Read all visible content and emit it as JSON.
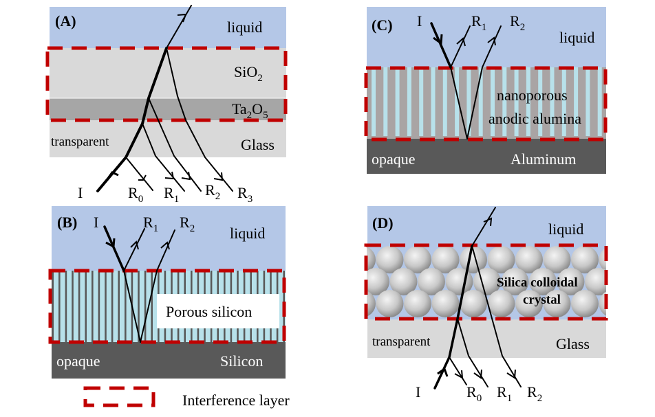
{
  "colors": {
    "liquid": "#b4c7e7",
    "glass": "#d9d9d9",
    "ta2o5": "#a6a6a6",
    "opaque": "#595959",
    "pore": "#b8e1ea",
    "alumina": "#a9a4a4",
    "interference": "#c00000"
  },
  "panels": {
    "A": {
      "tag": "(A)",
      "liquid": "liquid",
      "sio2": "SiO",
      "sio2_sub": "2",
      "ta2o5_a": "Ta",
      "ta2o5_sub1": "2",
      "ta2o5_b": "O",
      "ta2o5_sub2": "5",
      "transparent": "transparent",
      "glass": "Glass",
      "incident": "I",
      "reflections": [
        {
          "base": "R",
          "sub": "0"
        },
        {
          "base": "R",
          "sub": "1"
        },
        {
          "base": "R",
          "sub": "2"
        },
        {
          "base": "R",
          "sub": "3"
        }
      ]
    },
    "B": {
      "tag": "(B)",
      "liquid": "liquid",
      "porous": "Porous silicon",
      "opaque": "opaque",
      "substrate": "Silicon",
      "incident": "I",
      "reflections": [
        {
          "base": "R",
          "sub": "1"
        },
        {
          "base": "R",
          "sub": "2"
        }
      ]
    },
    "C": {
      "tag": "(C)",
      "liquid": "liquid",
      "layer_line1": "nanoporous",
      "layer_line2": "anodic alumina",
      "opaque": "opaque",
      "substrate": "Aluminum",
      "incident": "I",
      "reflections": [
        {
          "base": "R",
          "sub": "1"
        },
        {
          "base": "R",
          "sub": "2"
        }
      ]
    },
    "D": {
      "tag": "(D)",
      "liquid": "liquid",
      "layer_line1": "Silica colloidal",
      "layer_line2": "crystal",
      "transparent": "transparent",
      "glass": "Glass",
      "incident": "I",
      "reflections": [
        {
          "base": "R",
          "sub": "0"
        },
        {
          "base": "R",
          "sub": "1"
        },
        {
          "base": "R",
          "sub": "2"
        }
      ]
    }
  },
  "legend": {
    "label": "Interference layer"
  }
}
